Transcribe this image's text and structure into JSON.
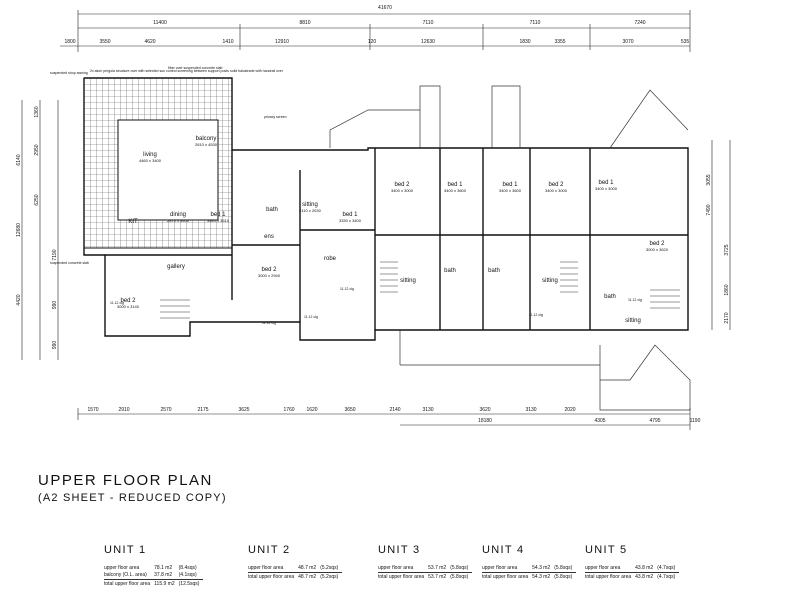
{
  "plan": {
    "title": "UPPER FLOOR PLAN",
    "subtitle": "(A2 SHEET - REDUCED COPY)",
    "top_dims_row1": [
      "11400",
      "8810",
      "7110",
      "7110",
      "7240"
    ],
    "top_dims_row2": [
      "1800",
      "3550",
      "4620",
      "1410",
      "12910",
      "120",
      "12630",
      "1830",
      "3355",
      "3070",
      "535"
    ],
    "top_total": "41670",
    "bottom_dims_row1": [
      "1570",
      "2910",
      "2570",
      "2175",
      "3625",
      "1760",
      "1620",
      "3650",
      "2140",
      "3130",
      "3620",
      "3130",
      "2020"
    ],
    "bottom_dims_row2": [
      "18180",
      "4305",
      "4795",
      "1190"
    ],
    "left_dims_outer": [
      "6140",
      "12680",
      "4420"
    ],
    "left_dims_inner": [
      "1360",
      "2950",
      "6250",
      "7190",
      "990",
      "990"
    ],
    "right_dims": [
      "3055",
      "7490",
      "3725",
      "1860",
      "2170"
    ],
    "rooms": [
      {
        "name": "living",
        "size": "4460 x 3400"
      },
      {
        "name": "balcony",
        "size": "2610 x 4530"
      },
      {
        "name": "dining",
        "size": "2870 x 3400"
      },
      {
        "name": "KIT",
        "size": ""
      },
      {
        "name": "gallery",
        "size": ""
      },
      {
        "name": "bed 2",
        "size": "3000 x 3140"
      },
      {
        "name": "bed 1",
        "size": "3340 x 3510"
      },
      {
        "name": "bath",
        "size": ""
      },
      {
        "name": "ens",
        "size": ""
      },
      {
        "name": "bed 2",
        "size": "3000 x 2940"
      },
      {
        "name": "sitting",
        "size": "2110 x 2030"
      },
      {
        "name": "bed 1",
        "size": "3330 x 3400"
      },
      {
        "name": "robe",
        "size": ""
      },
      {
        "name": "bed 2",
        "size": "3400 x 3000"
      },
      {
        "name": "bed 1",
        "size": "3400 x 3600"
      },
      {
        "name": "bed 1",
        "size": "3400 x 3600"
      },
      {
        "name": "bed 2",
        "size": "3400 x 3000"
      },
      {
        "name": "bed 1",
        "size": "3400 x 3000"
      },
      {
        "name": "bed 2",
        "size": "3000 x 3620"
      },
      {
        "name": "sitting",
        "size": ""
      },
      {
        "name": "bath",
        "size": ""
      },
      {
        "name": "bath",
        "size": ""
      },
      {
        "name": "sitting",
        "size": ""
      },
      {
        "name": "sitting",
        "size": ""
      },
      {
        "name": "bath",
        "size": ""
      }
    ],
    "notes": [
      "suspended shop awning",
      "2x alum pergola structure over with selected sun control screening between support posts",
      "fiber over suspended concrete slab",
      "solid balustrade with handrail over",
      "privacy screen",
      "suspended concrete slab"
    ],
    "ceiling_labels": [
      "11.12 clg",
      "11.12 clg",
      "11.12 clg",
      "11.12 clg",
      "11.12 clg",
      "11.12 clg"
    ]
  },
  "units": [
    {
      "name": "UNIT 1",
      "rows": [
        {
          "label": "upper floor area",
          "m2": "78.1 m2",
          "sq": "(8.4sqs)"
        },
        {
          "label": "balcony (O.L. area)",
          "m2": "37.8 m2",
          "sq": "(4.1sqs)"
        }
      ],
      "total": {
        "label": "total upper floor area",
        "m2": "115.9 m2",
        "sq": "(12.5sqs)"
      }
    },
    {
      "name": "UNIT 2",
      "rows": [
        {
          "label": "upper floor area",
          "m2": "48.7 m2",
          "sq": "(5.2sqs)"
        }
      ],
      "total": {
        "label": "total upper floor area",
        "m2": "48.7 m2",
        "sq": "(5.2sqs)"
      }
    },
    {
      "name": "UNIT 3",
      "rows": [
        {
          "label": "upper floor area",
          "m2": "53.7 m2",
          "sq": "(5.8sqs)"
        }
      ],
      "total": {
        "label": "total upper floor area",
        "m2": "53.7 m2",
        "sq": "(5.8sqs)"
      }
    },
    {
      "name": "UNIT 4",
      "rows": [
        {
          "label": "upper floor area",
          "m2": "54.3 m2",
          "sq": "(5.8sqs)"
        }
      ],
      "total": {
        "label": "total upper floor area",
        "m2": "54.3 m2",
        "sq": "(5.8sqs)"
      }
    },
    {
      "name": "UNIT 5",
      "rows": [
        {
          "label": "upper floor area",
          "m2": "43.8 m2",
          "sq": "(4.7sqs)"
        }
      ],
      "total": {
        "label": "total upper floor area",
        "m2": "43.8 m2",
        "sq": "(4.7sqs)"
      }
    }
  ]
}
